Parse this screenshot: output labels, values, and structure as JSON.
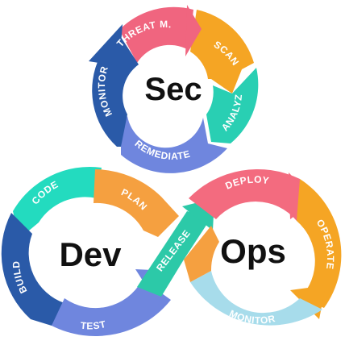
{
  "diagram": {
    "sec_ring": {
      "center_label": "Sec",
      "segments": [
        {
          "label": "THREAT M.",
          "color": "#f0657f"
        },
        {
          "label": "SCAN",
          "color": "#f5a524"
        },
        {
          "label": "ANALYZE",
          "color": "#29cfb3"
        },
        {
          "label": "REMEDIATE",
          "color": "#6f86de"
        },
        {
          "label": "MONITOR",
          "color": "#2a5aa8"
        }
      ]
    },
    "devops_loop": {
      "dev_center_label": "Dev",
      "ops_center_label": "Ops",
      "dev_segments": [
        {
          "label": "PLAN",
          "color": "#f5a040"
        },
        {
          "label": "CODE",
          "color": "#23dbbf"
        },
        {
          "label": "BUILD",
          "color": "#2a5aa8"
        },
        {
          "label": "TEST",
          "color": "#6f86de"
        }
      ],
      "release": {
        "label": "RELEASE",
        "color": "#2cc9a8"
      },
      "ops_segments": [
        {
          "label": "DEPLOY",
          "color": "#f36b7f"
        },
        {
          "label": "OPERATE",
          "color": "#f5a524"
        },
        {
          "label": "MONITOR",
          "color": "#a7dceb"
        }
      ]
    }
  }
}
